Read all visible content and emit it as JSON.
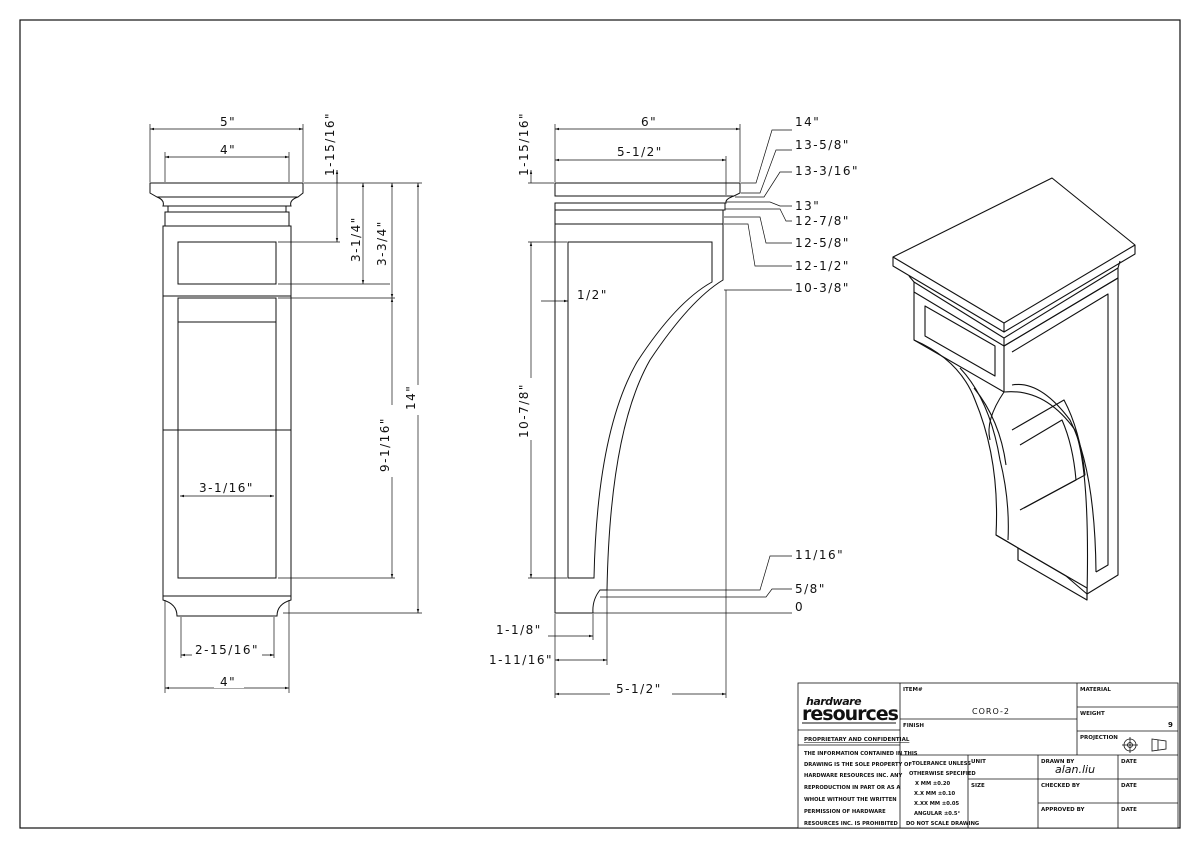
{
  "front_view": {
    "dims": {
      "top_outer": "5\"",
      "top_inner": "4\"",
      "top_thick": "1-15/16\"",
      "h_3_1_4": "3-1/4\"",
      "h_3_3_4": "3-3/4\"",
      "h_9_1_16": "9-1/16\"",
      "h_14": "14\"",
      "panel_w": "3-1/16\"",
      "base_w": "2-15/16\"",
      "bottom_w": "4\""
    }
  },
  "side_view": {
    "dims": {
      "top_outer": "6\"",
      "top_inner": "5-1/2\"",
      "top_thick": "1-15/16\"",
      "h_10_7_8": "10-7/8\"",
      "inset_1_2": "1/2\"",
      "w_1_1_8": "1-1/8\"",
      "w_1_11_16": "1-11/16\"",
      "bottom_w": "5-1/2\""
    },
    "heights": [
      "14\"",
      "13-5/8\"",
      "13-3/16\"",
      "13\"",
      "12-7/8\"",
      "12-5/8\"",
      "12-1/2\"",
      "10-3/8\"",
      "11/16\"",
      "5/8\"",
      "0"
    ]
  },
  "title_block": {
    "logo_top": "hardware",
    "logo_bottom": "resources",
    "proprietary_heading": "PROPRIETARY AND CONFIDENTIAL",
    "proprietary_lines": [
      "THE INFORMATION CONTAINED IN THIS",
      "DRAWING IS THE SOLE PROPERTY OF",
      "HARDWARE RESOURCES INC.  ANY",
      "REPRODUCTION IN PART OR AS A",
      "WHOLE  WITHOUT THE WRITTEN",
      "PERMISSION OF HARDWARE",
      "RESOURCES INC. IS PROHIBITED"
    ],
    "item_label": "ITEM#",
    "item_value": "CORO-2",
    "finish_label": "FINISH",
    "material_label": "MATERIAL",
    "weight_label": "WEIGHT",
    "weight_value": "9",
    "projection_label": "PROJECTION",
    "tolerance_lines": [
      "TOLERANCE UNLESS",
      "OTHERWISE SPECIFIED",
      "X   MM   ±0.20",
      "X.X  MM   ±0.10",
      "X.XX  MM  ±0.05",
      "ANGULAR   ±0.5°",
      "DO NOT SCALE DRAWING"
    ],
    "unit_label": "UNIT",
    "size_label": "SIZE",
    "drawn_by_label": "DRAWN BY",
    "drawn_by_value": "alan.liu",
    "checked_by_label": "CHECKED BY",
    "approved_by_label": "APPROVED BY",
    "date_label": "DATE"
  }
}
